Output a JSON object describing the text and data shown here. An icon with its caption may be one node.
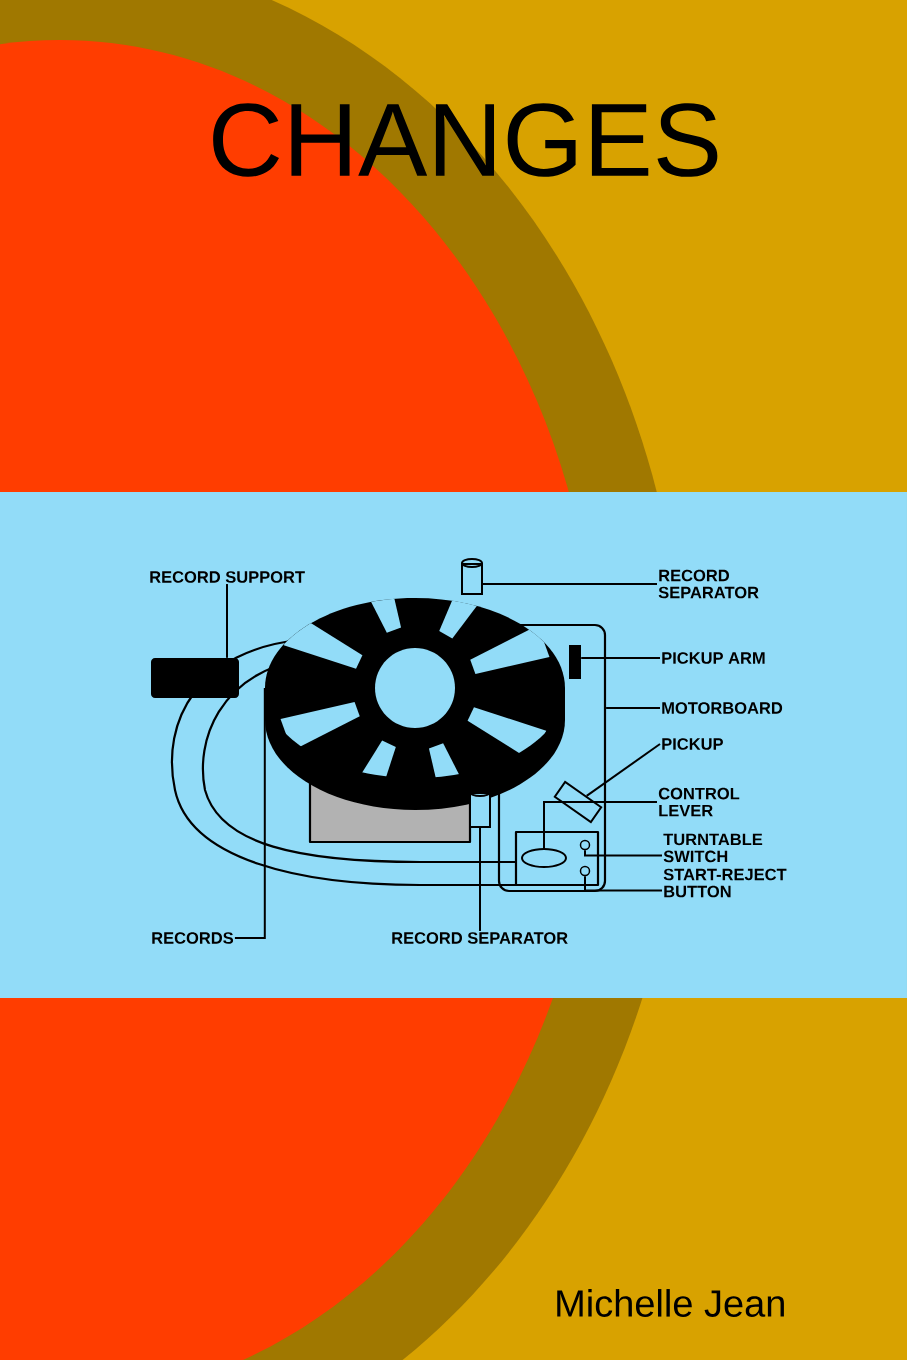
{
  "diagram": {
    "title": "CHANGES",
    "nodes": [
      {
        "text": [
          "RECORD SUPPORT"
        ]
      },
      {
        "text": [
          "RECORD SEPARATOR"
        ]
      },
      {
        "text": [
          "PICKUP ARM"
        ]
      },
      {
        "text": [
          "MOTORBOARD"
        ]
      },
      {
        "text": [
          "PICKUP"
        ]
      },
      {
        "text": [
          "CONTROL LEVER"
        ]
      },
      {
        "text": [
          "TURNTABLE SWITCH"
        ]
      },
      {
        "text": [
          "START-REJECT BUTTON"
        ]
      },
      {
        "text": [
          "RECORDS"
        ]
      },
      {
        "text": [
          "RECORD SEPARATOR"
        ]
      },
      {
        "text": [],
        "shape": "box"
      },
      {
        "text": [],
        "shape": "cylinder"
      },
      {
        "text": [],
        "shape": "bar",
        "in": 13
      },
      {
        "text": [],
        "shape": "box"
      },
      {
        "text": [],
        "shape": "box",
        "in": 13
      },
      {
        "text": [],
        "shape": "ellipse",
        "in": 13
      },
      {
        "text": [],
        "shape": "circle",
        "in": 13
      },
      {
        "text": [],
        "shape": "circle",
        "in": 13
      },
      {
        "text": [],
        "shape": "ellipse"
      },
      {
        "text": [],
        "shape": "cylinder"
      }
    ],
    "edges": [
      {
        "from": 0,
        "to": 10,
        "arrow": "none"
      },
      {
        "from": 1,
        "to": 11,
        "arrow": "none"
      },
      {
        "from": 2,
        "to": 12,
        "arrow": "none"
      },
      {
        "from": 3,
        "to": 13,
        "arrow": "none"
      },
      {
        "from": 4,
        "to": 14,
        "arrow": "none"
      },
      {
        "from": 5,
        "to": 15,
        "arrow": "none"
      },
      {
        "from": 6,
        "to": 16,
        "arrow": "none"
      },
      {
        "from": 7,
        "to": 17,
        "arrow": "none"
      },
      {
        "from": 8,
        "to": 18,
        "arrow": "none"
      },
      {
        "from": 9,
        "to": 19,
        "arrow": "none"
      }
    ],
    "labels": [
      "Michelle Jean"
    ]
  }
}
